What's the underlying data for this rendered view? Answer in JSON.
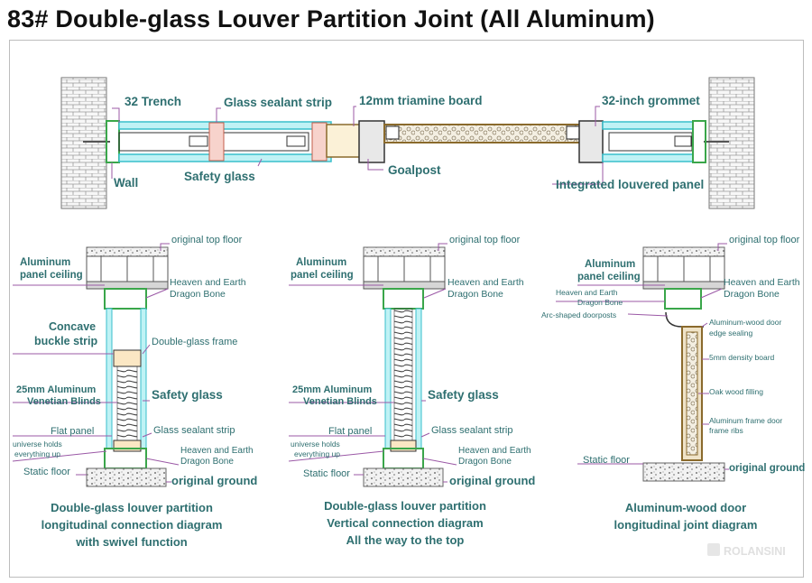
{
  "title": "83# Double-glass Louver Partition Joint (All Aluminum)",
  "plan": {
    "labels": {
      "trench": "32 Trench",
      "sealant": "Glass sealant strip",
      "triamine": "12mm triamine board",
      "grommet": "32-inch grommet",
      "wall": "Wall",
      "safety": "Safety glass",
      "goalpost": "Goalpost",
      "integrated": "Integrated louvered panel"
    }
  },
  "section1": {
    "top_floor": "original top floor",
    "ceiling": "Aluminum panel ceiling",
    "dragon_top": "Heaven and Earth Dragon Bone",
    "concave": "Concave buckle strip",
    "frame": "Double-glass frame",
    "blinds": "25mm Aluminum Venetian Blinds",
    "safety": "Safety glass",
    "flat": "Flat panel",
    "sealant": "Glass sealant strip",
    "universe": "universe holds everything up",
    "dragon_bottom": "Heaven and Earth Dragon Bone",
    "static_floor": "Static floor",
    "ground": "original ground",
    "caption": [
      "Double-glass louver partition",
      "longitudinal connection diagram",
      "with swivel function"
    ]
  },
  "section2": {
    "top_floor": "original top floor",
    "ceiling": "Aluminum panel ceiling",
    "dragon_top": "Heaven and Earth Dragon Bone",
    "blinds": "25mm Aluminum Venetian Blinds",
    "safety": "Safety glass",
    "flat": "Flat panel",
    "sealant": "Glass sealant strip",
    "universe": "universe holds everything up",
    "dragon_bottom": "Heaven and Earth Dragon Bone",
    "static_floor": "Static floor",
    "ground": "original ground",
    "caption": [
      "Double-glass louver partition",
      "Vertical connection diagram",
      "All the way to the top"
    ]
  },
  "section3": {
    "top_floor": "original top floor",
    "ceiling": "Aluminum panel ceiling",
    "dragon_left": "Heaven and Earth Dragon Bone",
    "dragon_right": "Heaven and Earth Dragon Bone",
    "arc": "Arc-shaped doorposts",
    "edge": "Aluminum-wood door edge sealing",
    "density": "5mm density board",
    "oak": "Oak wood filling",
    "ribs": "Aluminum frame door frame ribs",
    "static_floor": "Static floor",
    "ground": "original ground",
    "caption": [
      "Aluminum-wood door",
      "longitudinal joint diagram"
    ]
  },
  "watermark": "ROLANSINI",
  "colors": {
    "label": "#2e6f70",
    "leader": "#9b59a6",
    "glass": "#6fd6df",
    "frame": "#3aa64a",
    "wood": "#8a6a2c"
  }
}
